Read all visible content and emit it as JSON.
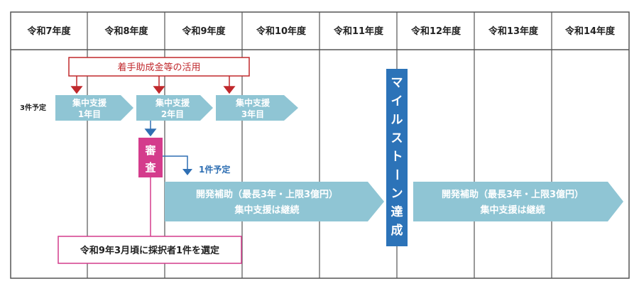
{
  "headers": [
    "令和7年度",
    "令和8年度",
    "令和9年度",
    "令和10年度",
    "令和11年度",
    "令和12年度",
    "令和13年度",
    "令和14年度"
  ],
  "subsidy_banner": "着手助成金等の活用",
  "three_plan": "3件予定",
  "focus_support": [
    {
      "line1": "集中支援",
      "line2": "1年目"
    },
    {
      "line1": "集中支援",
      "line2": "2年目"
    },
    {
      "line1": "集中支援",
      "line2": "3年目"
    }
  ],
  "review": "審査",
  "one_plan": "1件予定",
  "dev_grant": {
    "line1": "開発補助（最長3年・上限3億円）",
    "line2": "集中支援は継続"
  },
  "milestone": "マイルストーン達成",
  "dev_grant_2": {
    "line1": "開発補助（最長3年・上限3億円）",
    "line2": "集中支援は継続"
  },
  "selection_note": "令和9年3月頃に採択者1件を選定",
  "colors": {
    "teal": "#8fc5d4",
    "red": "#c0282c",
    "blue": "#2f6fb3",
    "magenta": "#d43c8c",
    "milestone": "#2c73b8",
    "grid": "#555555"
  }
}
